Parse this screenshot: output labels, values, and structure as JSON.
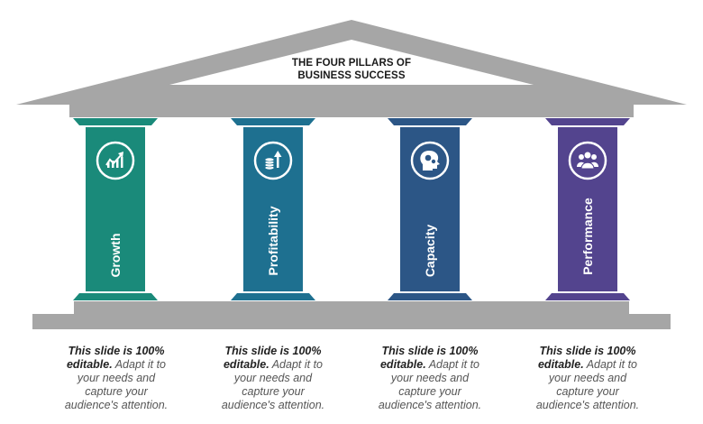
{
  "title": {
    "line1": "THE FOUR PILLARS OF",
    "line2": "BUSINESS SUCCESS"
  },
  "pillars": [
    {
      "label": "Growth",
      "color": "#1a8a7a",
      "icon": "growth-arrows-icon",
      "desc_bold": "This slide is 100% editable.",
      "desc_rest": " Adapt it to your needs and capture your audience's attention."
    },
    {
      "label": "Profitability",
      "color": "#1e7090",
      "icon": "coins-arrow-icon",
      "desc_bold": "This slide is 100% editable.",
      "desc_rest": " Adapt it to your needs and capture your audience's attention."
    },
    {
      "label": "Capacity",
      "color": "#2c5686",
      "icon": "head-gears-icon",
      "desc_bold": "This slide is 100% editable.",
      "desc_rest": " Adapt it to your needs and capture your audience's attention."
    },
    {
      "label": "Performance",
      "color": "#53448e",
      "icon": "team-icon",
      "desc_bold": "This slide is 100% editable.",
      "desc_rest": " Adapt it to your needs and capture your audience's attention."
    }
  ],
  "colors": {
    "roof": "#a6a6a6",
    "base": "#a6a6a6"
  }
}
